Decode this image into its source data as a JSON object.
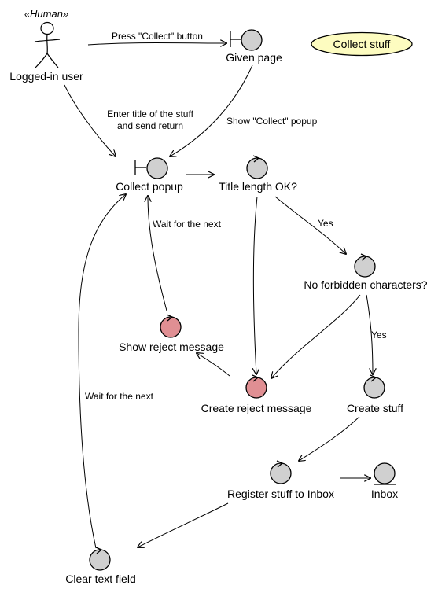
{
  "diagram": {
    "actor": {
      "stereotype": "«Human»",
      "label": "Logged-in user"
    },
    "note": {
      "label": "Collect stuff"
    },
    "nodes": {
      "given_page": "Given page",
      "collect_popup": "Collect popup",
      "title_length": "Title length OK?",
      "no_forbidden": "No forbidden characters?",
      "show_reject": "Show reject message",
      "create_reject": "Create reject message",
      "create_stuff": "Create stuff",
      "register": "Register stuff to Inbox",
      "inbox": "Inbox",
      "clear_field": "Clear text field"
    },
    "edges": {
      "press_collect": "Press \"Collect\" button",
      "enter_title_1": "Enter title of the stuff",
      "enter_title_2": "and send return",
      "show_popup": "Show \"Collect\" popup",
      "yes_1": "Yes",
      "yes_2": "Yes",
      "wait_next_1": "Wait for the next",
      "wait_next_2": "Wait for the next"
    },
    "colors": {
      "node_fill": "#d0d0d0",
      "reject_fill": "#e08f93",
      "note_fill": "#fdfcc0"
    }
  }
}
